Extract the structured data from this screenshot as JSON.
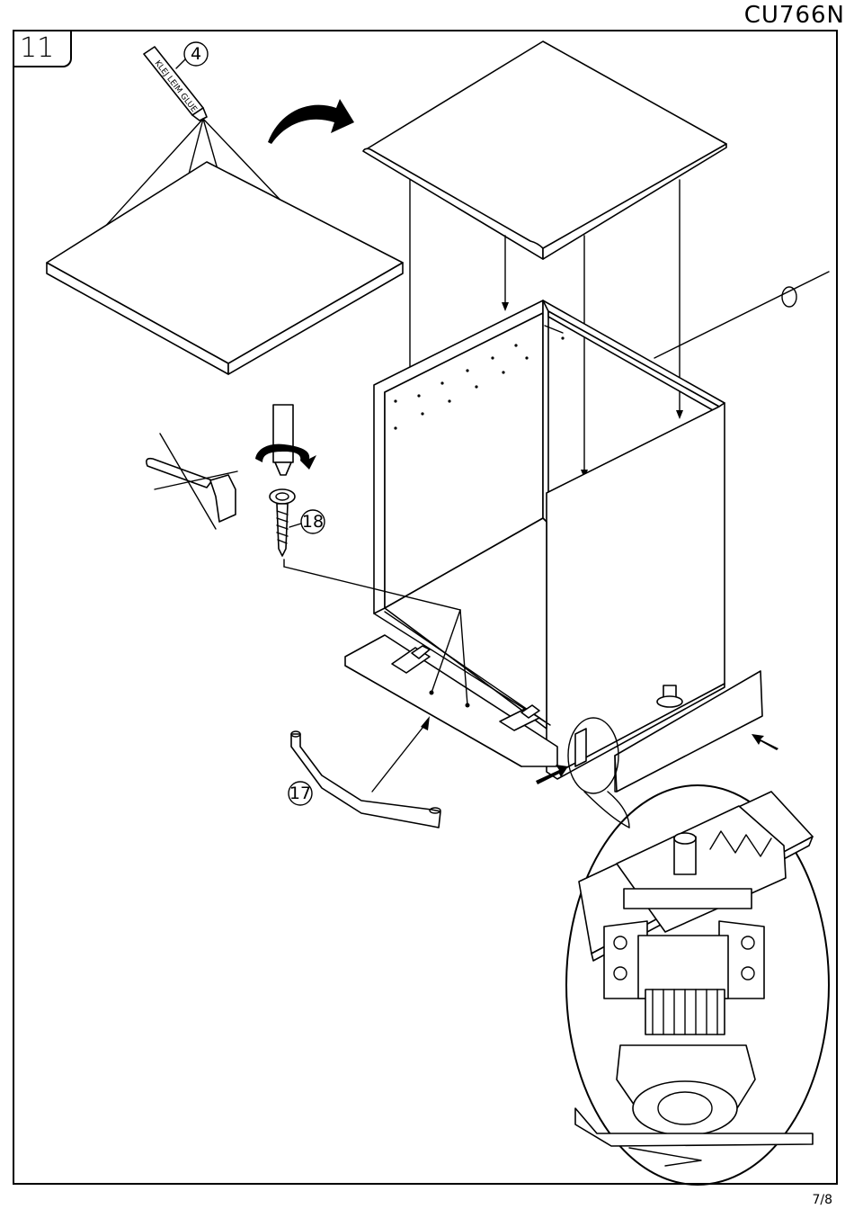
{
  "header": {
    "model_code": "CU766N"
  },
  "step": {
    "number": "11"
  },
  "parts": [
    {
      "id": "glue",
      "callout": "4",
      "label": "KLEJ LEIM GLUE"
    },
    {
      "id": "screw",
      "callout": "18"
    },
    {
      "id": "leg_bracket",
      "callout": "17"
    }
  ],
  "footer": {
    "page": "7/8"
  },
  "icons": [
    "glue-bottle-icon",
    "rotate-arrow-icon",
    "screwdriver-icon",
    "hammer-crossed-icon",
    "direction-arrow-icon"
  ]
}
